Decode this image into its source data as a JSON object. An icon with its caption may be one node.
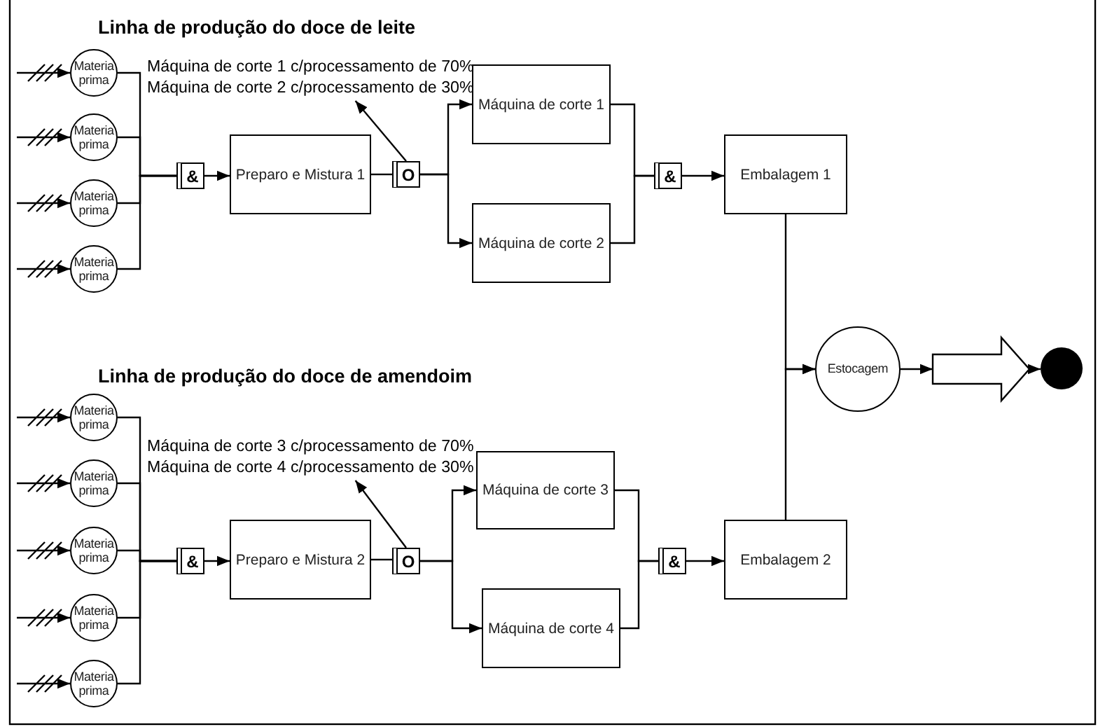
{
  "diagram": {
    "nodes": [
      {
        "text": [
          "Materia prima"
        ]
      },
      {
        "text": [
          "Materia prima"
        ]
      },
      {
        "text": [
          "Materia prima"
        ]
      },
      {
        "text": [
          "Materia prima"
        ]
      },
      {
        "text": [
          "&"
        ]
      },
      {
        "text": [
          "Preparo e Mistura 1"
        ]
      },
      {
        "text": [
          "O"
        ]
      },
      {
        "text": [
          "Máquina de corte 1"
        ]
      },
      {
        "text": [
          "Máquina de corte 2"
        ]
      },
      {
        "text": [
          "&"
        ]
      },
      {
        "text": [
          "Embalagem 1"
        ]
      },
      {
        "text": [
          "Materia prima"
        ]
      },
      {
        "text": [
          "Materia prima"
        ]
      },
      {
        "text": [
          "Materia prima"
        ]
      },
      {
        "text": [
          "Materia prima"
        ]
      },
      {
        "text": [
          "Materia prima"
        ]
      },
      {
        "text": [
          "&"
        ]
      },
      {
        "text": [
          "Preparo e Mistura 2"
        ]
      },
      {
        "text": [
          "O"
        ]
      },
      {
        "text": [
          "Máquina de corte 3"
        ]
      },
      {
        "text": [
          "Máquina de corte 4"
        ]
      },
      {
        "text": [
          "&"
        ]
      },
      {
        "text": [
          "Embalagem 2"
        ]
      },
      {
        "text": [
          "Estocagem"
        ]
      },
      {
        "text": [],
        "shape": "arrow"
      },
      {
        "text": [],
        "shape": "circle"
      },
      {
        "text": [
          "Máquina de corte 1 c/processamento de 70%",
          "Máquina de corte 2 c/processamento de 30%"
        ]
      },
      {
        "text": [
          "Máquina de corte 3 c/processamento de 70%",
          "Máquina de corte 4 c/processamento de 30%"
        ]
      }
    ],
    "edges": [
      {
        "from": null,
        "to": 0,
        "arrow": "to"
      },
      {
        "from": null,
        "to": 1,
        "arrow": "to"
      },
      {
        "from": null,
        "to": 2,
        "arrow": "to"
      },
      {
        "from": null,
        "to": 3,
        "arrow": "to"
      },
      {
        "from": 0,
        "to": 4,
        "arrow": "none"
      },
      {
        "from": 1,
        "to": 4,
        "arrow": "none"
      },
      {
        "from": 2,
        "to": 4,
        "arrow": "none"
      },
      {
        "from": 3,
        "to": 4,
        "arrow": "none"
      },
      {
        "from": 4,
        "to": 5,
        "arrow": "to"
      },
      {
        "from": 5,
        "to": 6,
        "arrow": "none"
      },
      {
        "from": 6,
        "to": 26,
        "arrow": "to"
      },
      {
        "from": 6,
        "to": 7,
        "arrow": "to"
      },
      {
        "from": 6,
        "to": 8,
        "arrow": "to"
      },
      {
        "from": 7,
        "to": 9,
        "arrow": "none"
      },
      {
        "from": 8,
        "to": 9,
        "arrow": "none"
      },
      {
        "from": 9,
        "to": 10,
        "arrow": "to"
      },
      {
        "from": null,
        "to": 11,
        "arrow": "to"
      },
      {
        "from": null,
        "to": 12,
        "arrow": "to"
      },
      {
        "from": null,
        "to": 13,
        "arrow": "to"
      },
      {
        "from": null,
        "to": 14,
        "arrow": "to"
      },
      {
        "from": null,
        "to": 15,
        "arrow": "to"
      },
      {
        "from": 11,
        "to": 16,
        "arrow": "none"
      },
      {
        "from": 12,
        "to": 16,
        "arrow": "none"
      },
      {
        "from": 13,
        "to": 16,
        "arrow": "none"
      },
      {
        "from": 14,
        "to": 16,
        "arrow": "none"
      },
      {
        "from": 15,
        "to": 16,
        "arrow": "none"
      },
      {
        "from": 16,
        "to": 17,
        "arrow": "to"
      },
      {
        "from": 17,
        "to": 18,
        "arrow": "none"
      },
      {
        "from": 18,
        "to": 27,
        "arrow": "to"
      },
      {
        "from": 18,
        "to": 19,
        "arrow": "to"
      },
      {
        "from": 18,
        "to": 20,
        "arrow": "to"
      },
      {
        "from": 19,
        "to": 21,
        "arrow": "none"
      },
      {
        "from": 20,
        "to": 21,
        "arrow": "none"
      },
      {
        "from": 21,
        "to": 22,
        "arrow": "to"
      },
      {
        "from": 10,
        "to": 23,
        "arrow": "to"
      },
      {
        "from": 22,
        "to": 23,
        "arrow": "to"
      },
      {
        "from": 23,
        "to": 24,
        "arrow": "to"
      },
      {
        "from": 24,
        "to": 25,
        "arrow": "to"
      }
    ],
    "labels": [
      "Linha de produção do doce de leite",
      "Linha de produção do doce de amendoim"
    ]
  }
}
